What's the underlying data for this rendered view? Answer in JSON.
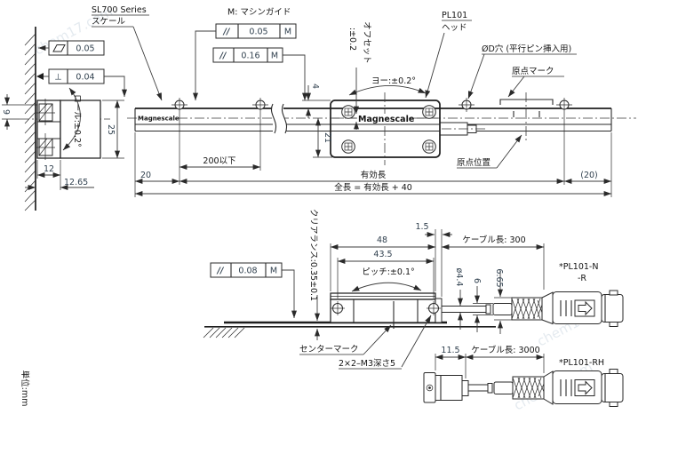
{
  "unit_note": "単位:mm",
  "watermark": "chem17.com",
  "brand": "Magnescale",
  "left_view": {
    "flatness_value": "0.05",
    "perp_symbol": "⊥",
    "perp_value": "0.04",
    "roll": "ロール:±0.2°",
    "dim_9": "9",
    "dim_25": "25",
    "dim_12": "12",
    "dim_12_65": "12.65"
  },
  "main_view": {
    "scale_series": "SL700 Series",
    "scale_label": "スケール",
    "machine_guide": "M: マシンガイド",
    "parallelism_1": {
      "symbol": "//",
      "value": "0.05",
      "modifier": "M"
    },
    "parallelism_2": {
      "symbol": "//",
      "value": "0.16",
      "modifier": "M"
    },
    "offset_label": "オフセット",
    "offset_value": ":±0.2",
    "yaw": "ヨー:±0.2°",
    "head_model": "PL101",
    "head_label": "ヘッド",
    "pin_hole": "ØD穴 (平行ピン挿入用)",
    "origin_mark": "原点マーク",
    "origin_position": "原点位置",
    "dim_4": "4",
    "dim_21": "21",
    "dim_20": "20",
    "dim_200max": "200以下",
    "effective_length": "有効長",
    "total_length": "全長 = 有効長 + 40",
    "dim_20_ref": "(20)"
  },
  "detail_view": {
    "parallelism_3": {
      "symbol": "//",
      "value": "0.08",
      "modifier": "M"
    },
    "clearance": "クリアランス:0.35±0.1",
    "dim_48": "48",
    "dim_43_5": "43.5",
    "pitch": "ピッチ:±0.1°",
    "dim_1_5": "1.5",
    "cable_length_300": "ケーブル長: 300",
    "center_mark": "センターマーク",
    "screw_note": "2×2–M3深さ5",
    "dia_4_4": "ø4.4",
    "dia_6": "6",
    "dia_6_65": "6.65",
    "connector_n": "*PL101-N",
    "connector_n2": "-R",
    "dim_11_5": "11.5",
    "cable_length_3000": "ケーブル長: 3000",
    "connector_rh": "*PL101-RH"
  }
}
